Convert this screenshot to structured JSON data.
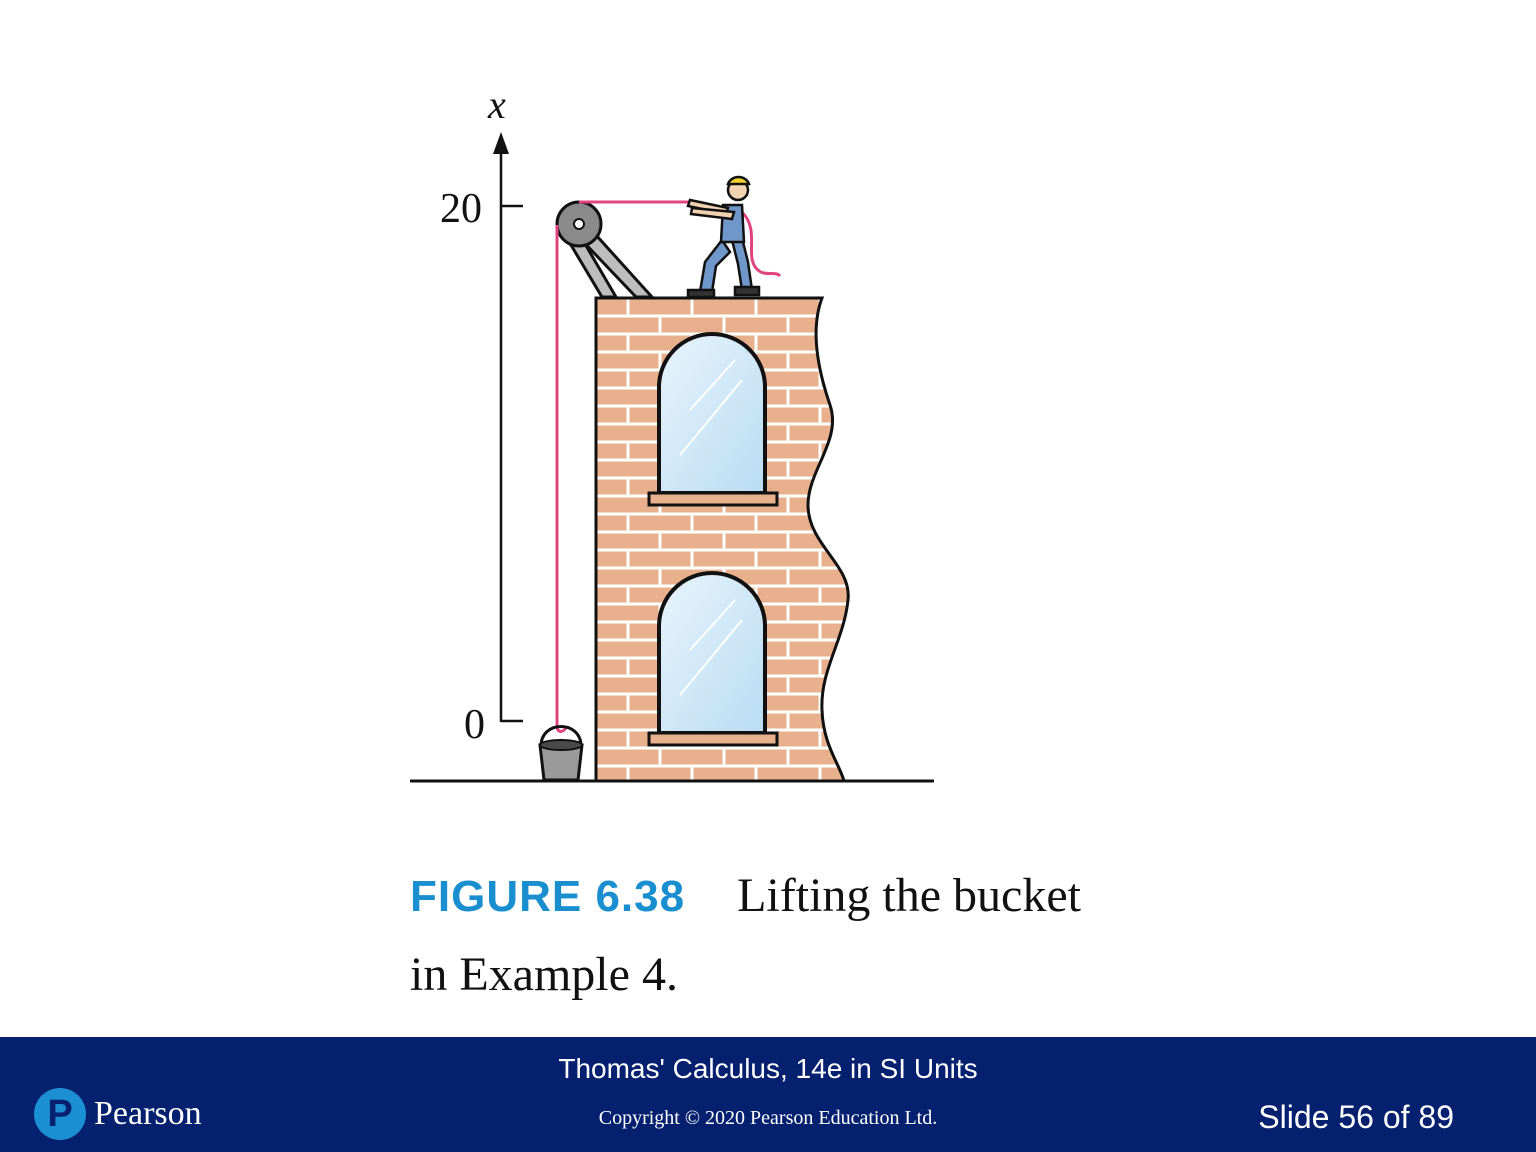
{
  "figure": {
    "axis": {
      "name": "x",
      "ticks": [
        "20",
        "0"
      ]
    }
  },
  "caption": {
    "figure_number": "FIGURE 6.38",
    "text_line1": "Lifting the bucket",
    "text_line2": "in Example 4."
  },
  "footer": {
    "book_title": "Thomas' Calculus, 14e in SI Units",
    "copyright": "Copyright © 2020 Pearson Education Ltd.",
    "slide_counter": "Slide 56 of 89",
    "logo_text": "Pearson",
    "logo_letter": "P"
  },
  "colors": {
    "brick": "#e8b08d",
    "mortar": "#ffffff",
    "rope": "#e0447f",
    "footer_bg": "#05206f",
    "figure_label": "#1a8fd0",
    "glass": "#cfe6f7"
  }
}
